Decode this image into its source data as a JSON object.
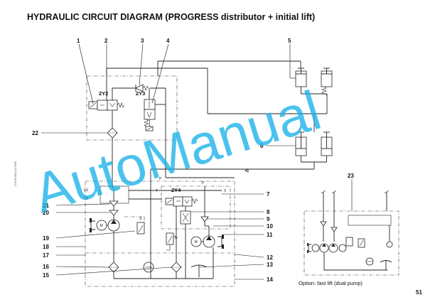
{
  "title": "HYDRAULIC CIRCUIT DIAGRAM (PROGRESS distributor + initial lift)",
  "side_code": "074/09-000110-0060",
  "watermark": "AutoManual",
  "page_number": "51",
  "option_caption": "Option: fast lift (dual pump)",
  "callouts": [
    "1",
    "2",
    "3",
    "4",
    "5",
    "6",
    "7",
    "8",
    "9",
    "10",
    "11",
    "12",
    "13",
    "14",
    "15",
    "16",
    "17",
    "18",
    "19",
    "20",
    "21",
    "22",
    "23"
  ],
  "labels": {
    "valve_2y2": "2Y2",
    "valve_2y3": "2Y3",
    "valve_2y4": "2Y4",
    "port_ls": "LS",
    "port_3b": "3B",
    "port_p": "P",
    "port_t": "T",
    "port_s": "S",
    "port_x": "X",
    "motor": "M"
  }
}
